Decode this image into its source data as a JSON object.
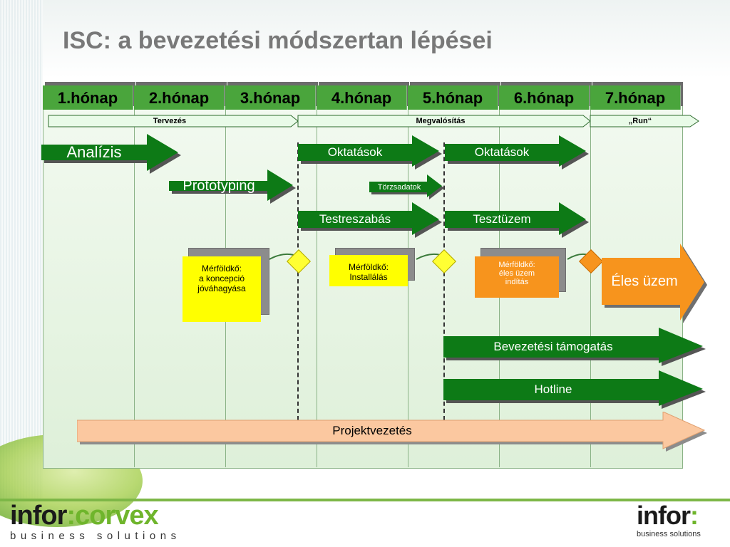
{
  "title": "ISC: a bevezetési módszertan lépései",
  "months": [
    "1.hónap",
    "2.hónap",
    "3.hónap",
    "4.hónap",
    "5.hónap",
    "6.hónap",
    "7.hónap"
  ],
  "phases": {
    "tervezes": "Tervezés",
    "megvalositas": "Megvalósítás",
    "run": "„Run“"
  },
  "tasks": {
    "analizis": "Analízis",
    "prototyping": "Prototyping",
    "oktatasok_1": "Oktatások",
    "oktatasok_2": "Oktatások",
    "torzsadatok": "Törzsadatok",
    "testreszabas": "Testreszabás",
    "teszt_uzem": "Tesztüzem",
    "eles_uzem": "Éles üzem",
    "bevezetesi_tamogatas": "Bevezetési támogatás",
    "hotline": "Hotline",
    "projektvezetes": "Projektvezetés"
  },
  "milestones": {
    "m1": {
      "l1": "Mérföldkő:",
      "l2": "a koncepció",
      "l3": "jóváhagyása"
    },
    "m2": {
      "l1": "Mérföldkő:",
      "l2": "Installálás"
    },
    "m3": {
      "l1": "Mérföldkő:",
      "l2": "éles üzem",
      "l3": "indítás"
    }
  },
  "logos": {
    "left_brand_a": "infor",
    "left_brand_sep": ":",
    "left_brand_b": "corvex",
    "left_sub": "business solutions",
    "right_brand": "infor",
    "right_sep": ":",
    "right_sub": "business solutions"
  },
  "colors": {
    "month_header": "#4aa53c",
    "task_arrow": "#0d7a16",
    "milestone_yellow": "#ffff00",
    "milestone_orange": "#f7941d",
    "projekt_arrow": "#fbc8a0"
  }
}
